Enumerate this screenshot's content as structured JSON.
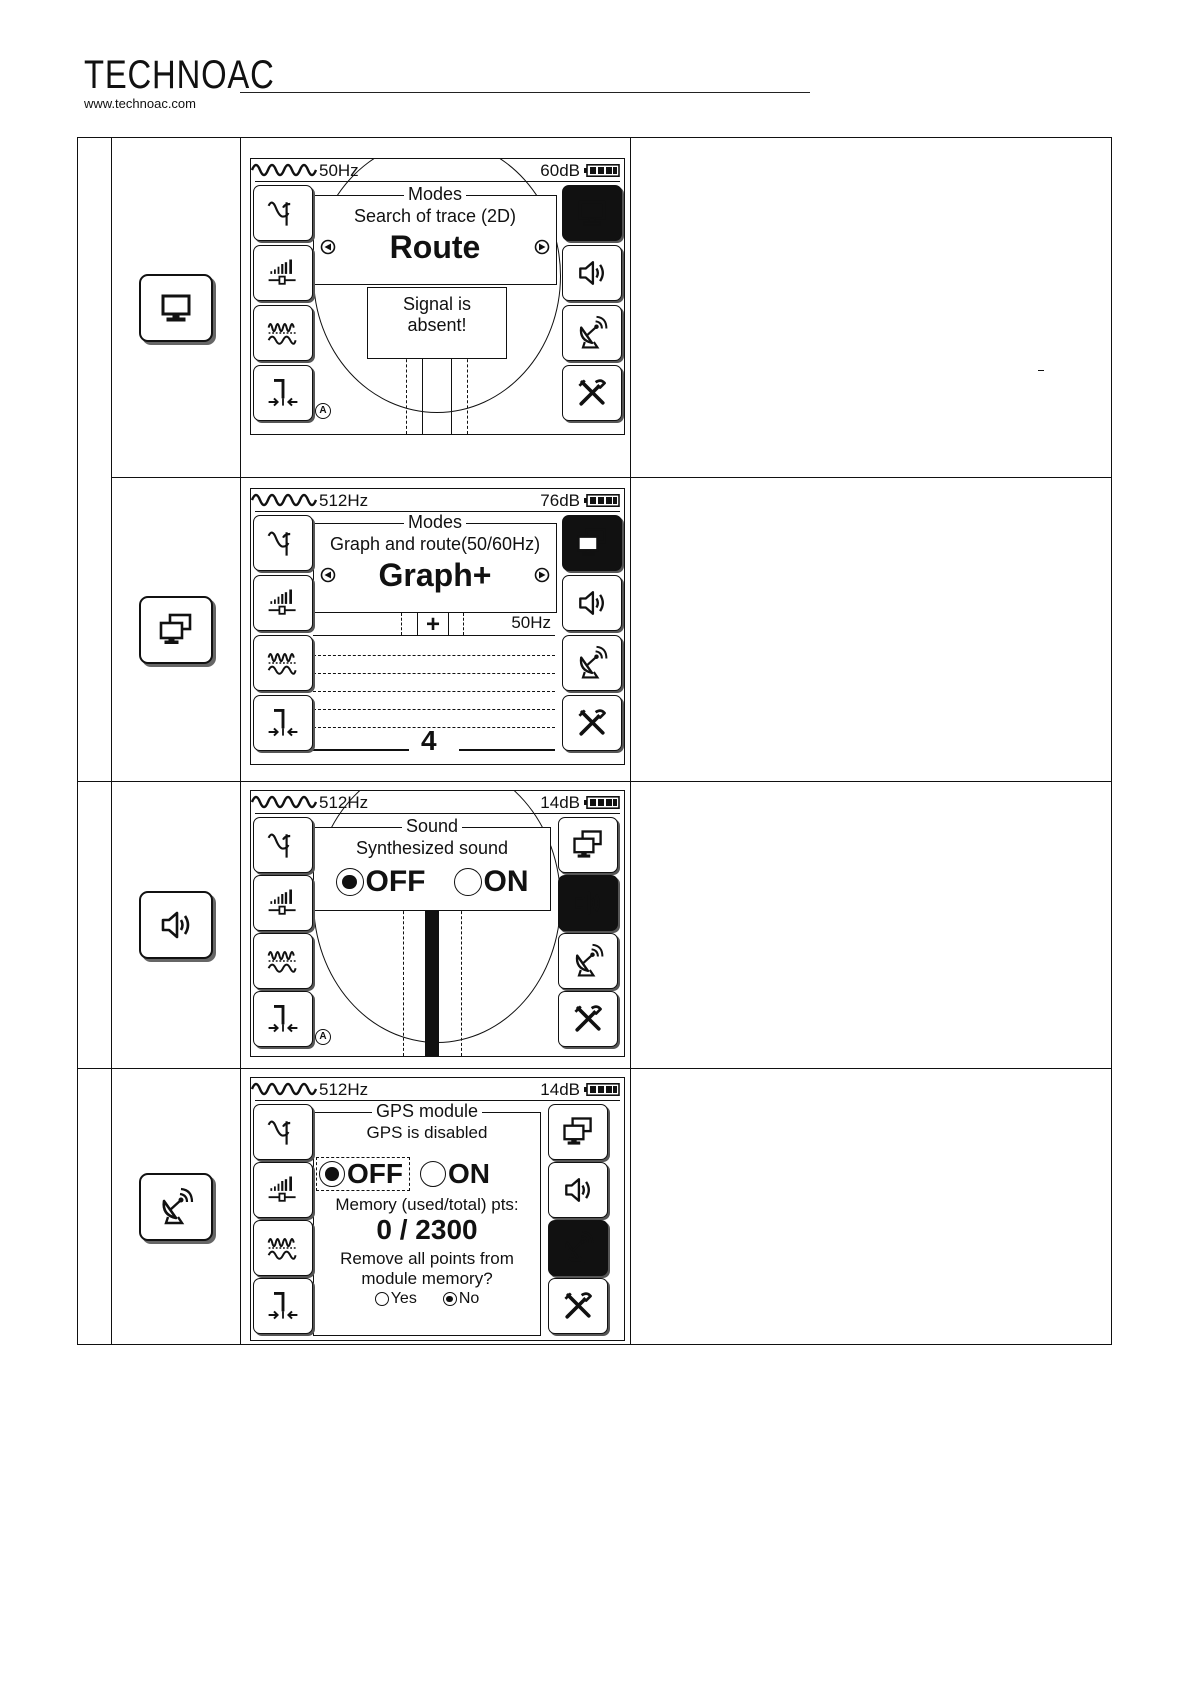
{
  "header": {
    "logo_text": "TECHNOAC",
    "logo_url": "www.technoac.com"
  },
  "icons": {
    "modes_route": "monitor-icon",
    "modes_graph": "dual-monitor-icon",
    "sound": "speaker-icon",
    "gps": "satellite-dish-icon",
    "settings": "tools-icon"
  },
  "rows": [
    {
      "status": {
        "freq": "50Hz",
        "db": "60dB"
      },
      "dialog": {
        "title": "Modes",
        "subtitle": "Search of trace (2D)",
        "mode": "Route"
      },
      "message": [
        "Signal is",
        "absent!"
      ]
    },
    {
      "status": {
        "freq": "512Hz",
        "db": "76dB"
      },
      "dialog": {
        "title": "Modes",
        "subtitle": "Graph and route(50/60Hz)",
        "mode": "Graph+"
      },
      "graph_freq": "50Hz",
      "graph_value": "4"
    },
    {
      "status": {
        "freq": "512Hz",
        "db": "14dB"
      },
      "dialog": {
        "title": "Sound",
        "subtitle": "Synthesized sound",
        "off": "OFF",
        "on": "ON"
      }
    },
    {
      "status": {
        "freq": "512Hz",
        "db": "14dB"
      },
      "dialog": {
        "title": "GPS module",
        "subtitle": "GPS is disabled",
        "off": "OFF",
        "on": "ON",
        "memory_label": "Memory (used/total) pts:",
        "memory_value": "0 / 2300",
        "remove_q1": "Remove all points from",
        "remove_q2": "module memory?",
        "yes": "Yes",
        "no": "No"
      }
    }
  ],
  "auto_badge": "A"
}
